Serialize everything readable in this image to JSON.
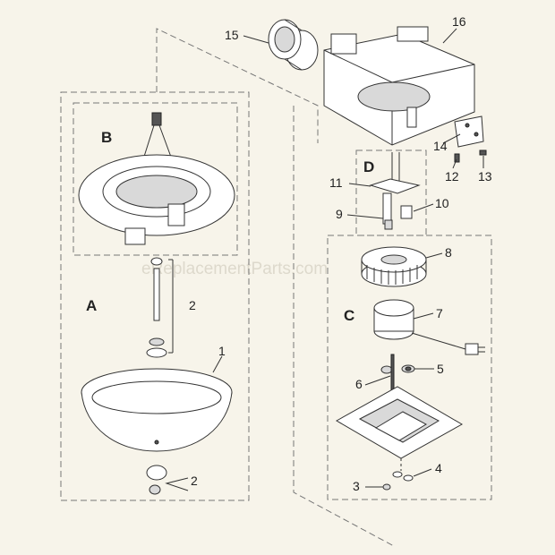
{
  "watermark": "eReplacementParts.com",
  "sections": {
    "a": "A",
    "b": "B",
    "c": "C",
    "d": "D"
  },
  "callouts": {
    "p1": "1",
    "p2a": "2",
    "p2b": "2",
    "p3": "3",
    "p4": "4",
    "p5": "5",
    "p6": "6",
    "p7": "7",
    "p8": "8",
    "p9": "9",
    "p10": "10",
    "p11": "11",
    "p12": "12",
    "p13": "13",
    "p14": "14",
    "p15": "15",
    "p16": "16"
  }
}
